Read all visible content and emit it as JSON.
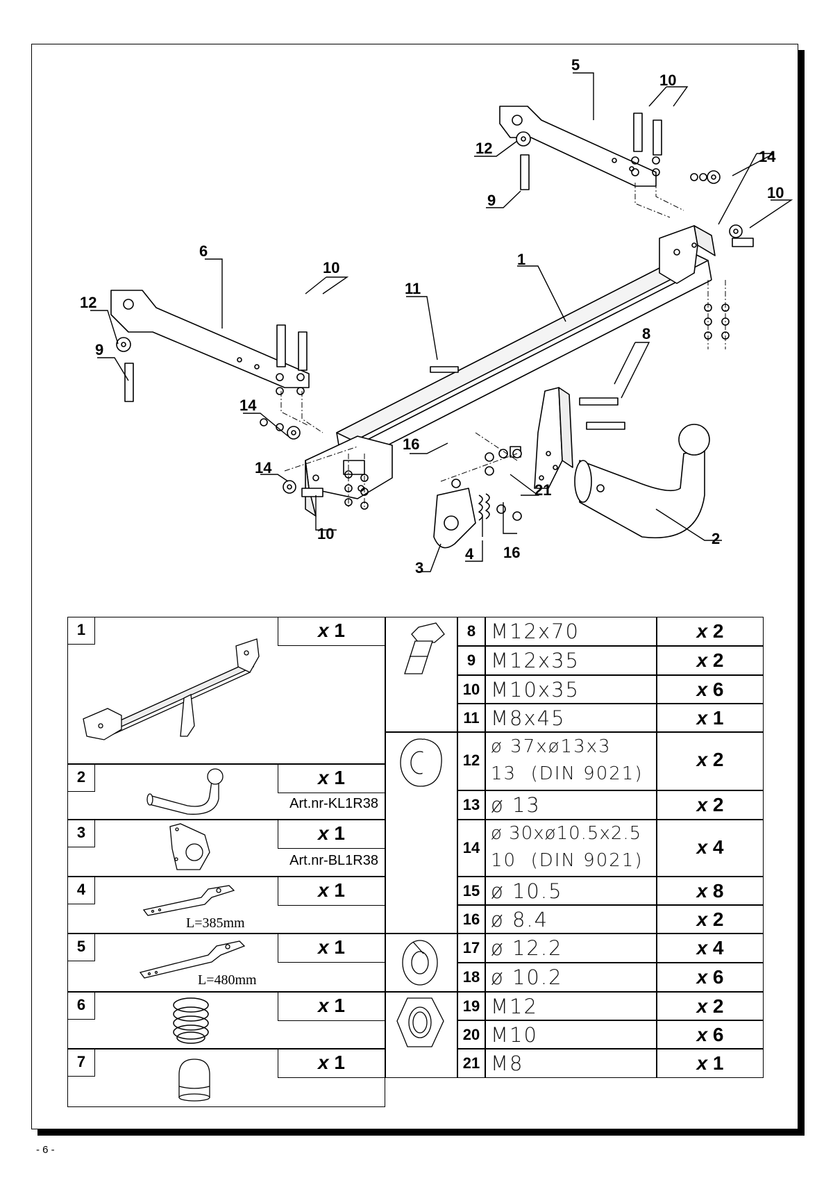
{
  "diagram": {
    "callouts": [
      "1",
      "2",
      "3",
      "4",
      "5",
      "6",
      "8",
      "9",
      "9",
      "10",
      "10",
      "10",
      "10",
      "11",
      "12",
      "12",
      "14",
      "14",
      "14",
      "16",
      "16",
      "21"
    ]
  },
  "parts_left": [
    {
      "num": "1",
      "qty_x": "x",
      "qty_n": "1",
      "art": "",
      "len": ""
    },
    {
      "num": "2",
      "qty_x": "x",
      "qty_n": "1",
      "art": "Art.nr-KL1R38",
      "len": ""
    },
    {
      "num": "3",
      "qty_x": "x",
      "qty_n": "1",
      "art": "Art.nr-BL1R38",
      "len": ""
    },
    {
      "num": "4",
      "qty_x": "x",
      "qty_n": "1",
      "art": "",
      "len": "L=385mm"
    },
    {
      "num": "5",
      "qty_x": "x",
      "qty_n": "1",
      "art": "",
      "len": "L=480mm"
    },
    {
      "num": "6",
      "qty_x": "x",
      "qty_n": "1",
      "art": "",
      "len": ""
    },
    {
      "num": "7",
      "qty_x": "x",
      "qty_n": "1",
      "art": "",
      "len": ""
    }
  ],
  "parts_right": [
    {
      "num": "8",
      "spec": "M12x70",
      "qty_x": "x",
      "qty_n": "2"
    },
    {
      "num": "9",
      "spec": "M12x35",
      "qty_x": "x",
      "qty_n": "2"
    },
    {
      "num": "10",
      "spec": "M10x35",
      "qty_x": "x",
      "qty_n": "6"
    },
    {
      "num": "11",
      "spec": "M8x45",
      "qty_x": "x",
      "qty_n": "1"
    },
    {
      "num": "12",
      "spec": "ø 37xø13x3",
      "spec2": "13  (DIN 9021)",
      "qty_x": "x",
      "qty_n": "2"
    },
    {
      "num": "13",
      "spec": "ø 13",
      "qty_x": "x",
      "qty_n": "2"
    },
    {
      "num": "14",
      "spec": "ø 30xø10.5x2.5",
      "spec2": "10  (DIN 9021)",
      "qty_x": "x",
      "qty_n": "4"
    },
    {
      "num": "15",
      "spec": "ø 10.5",
      "qty_x": "x",
      "qty_n": "8"
    },
    {
      "num": "16",
      "spec": "ø 8.4",
      "qty_x": "x",
      "qty_n": "2"
    },
    {
      "num": "17",
      "spec": "ø 12.2",
      "qty_x": "x",
      "qty_n": "4"
    },
    {
      "num": "18",
      "spec": "ø 10.2",
      "qty_x": "x",
      "qty_n": "6"
    },
    {
      "num": "19",
      "spec": "M12",
      "qty_x": "x",
      "qty_n": "2"
    },
    {
      "num": "20",
      "spec": "M10",
      "qty_x": "x",
      "qty_n": "6"
    },
    {
      "num": "21",
      "spec": "M8",
      "qty_x": "x",
      "qty_n": "1"
    }
  ],
  "page_number": "- 6 -"
}
